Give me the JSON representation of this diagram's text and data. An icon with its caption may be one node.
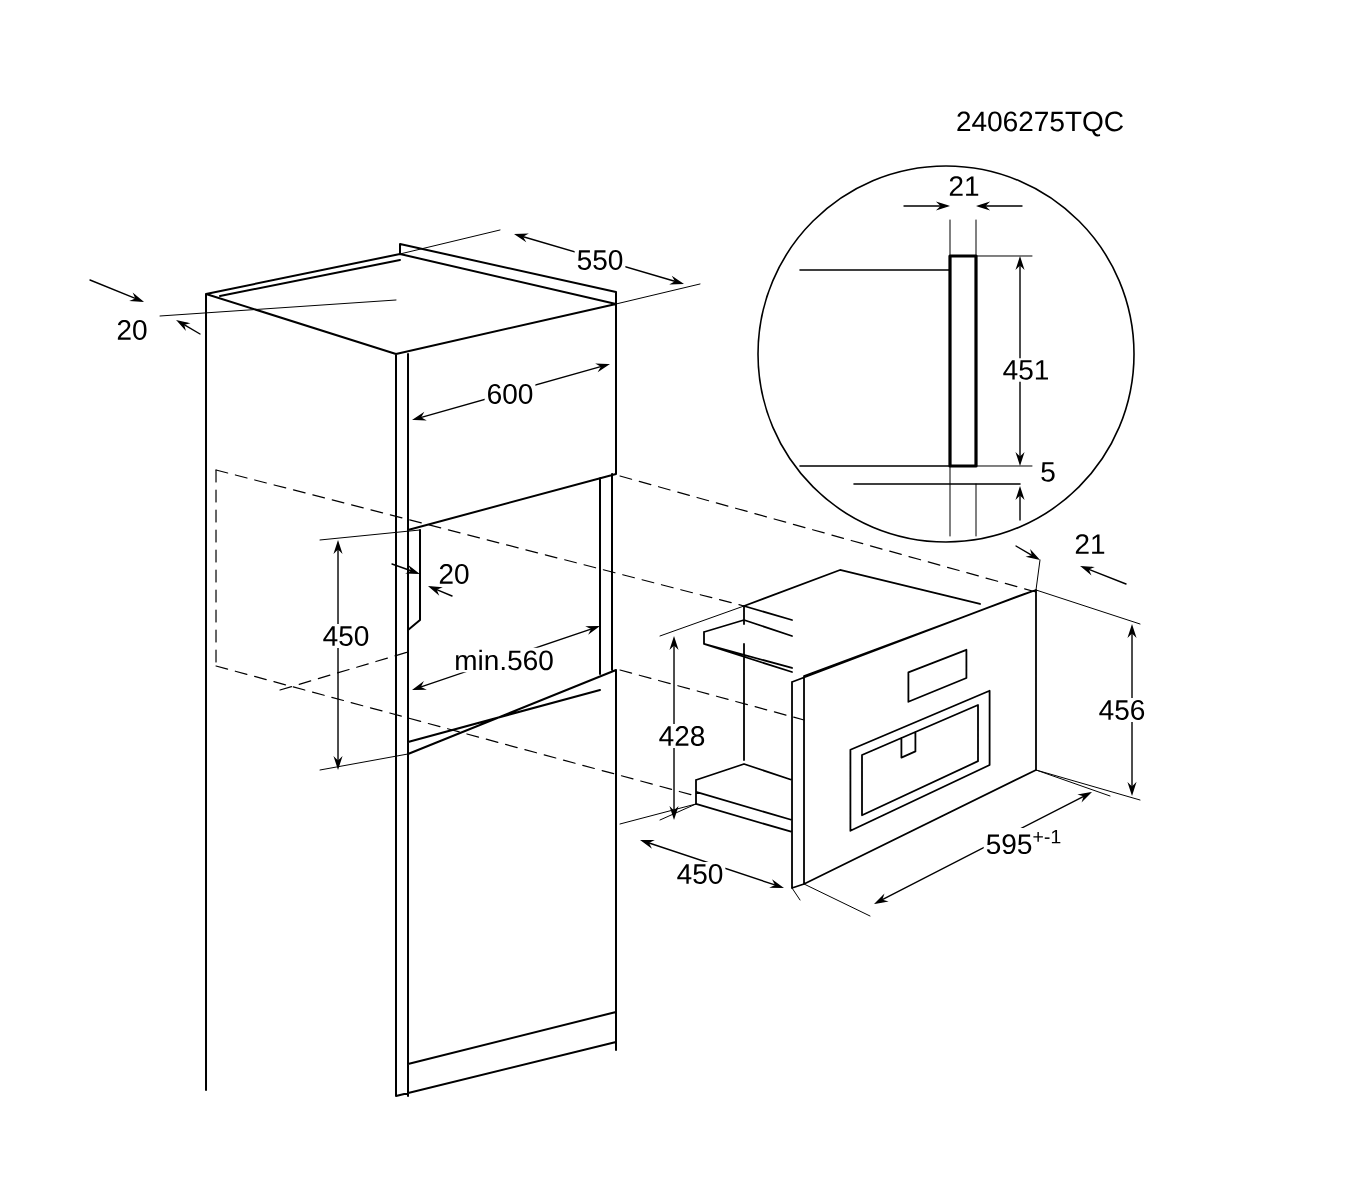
{
  "diagram": {
    "labels": [
      "2406275TQC",
      "21",
      "550",
      "20",
      "600",
      "451",
      "5",
      "21",
      "20",
      "450",
      "min.560",
      "456",
      "428",
      "595$^{+-1}$",
      "450"
    ]
  }
}
